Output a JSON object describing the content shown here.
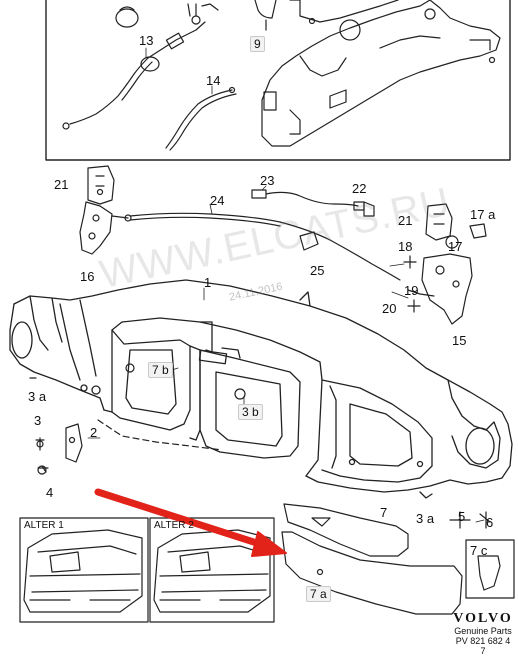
{
  "watermark": "WWW.ELCATS.RU",
  "stamp_date": "24.11.2016",
  "callouts": {
    "c1": "1",
    "c2": "2",
    "c3": "3",
    "c3a_left": "3 a",
    "c3b": "3 b",
    "c3a_right": "3 a",
    "c4": "4",
    "c5": "5",
    "c6": "6",
    "c7": "7",
    "c7a": "7 a",
    "c7b": "7 b",
    "c7c": "7 c",
    "c9": "9",
    "c13": "13",
    "c14": "14",
    "c15": "15",
    "c16": "16",
    "c17": "17",
    "c17a": "17 a",
    "c18": "18",
    "c19": "19",
    "c20": "20",
    "c21_left": "21",
    "c21_right": "21",
    "c22": "22",
    "c23": "23",
    "c24": "24",
    "c25": "25"
  },
  "alternatives": {
    "alter1": "ALTER 1",
    "alter2": "ALTER 2"
  },
  "brand": {
    "name": "VOLVO",
    "line1": "Genuine Parts",
    "line2": "PV 821 682 4 7"
  }
}
